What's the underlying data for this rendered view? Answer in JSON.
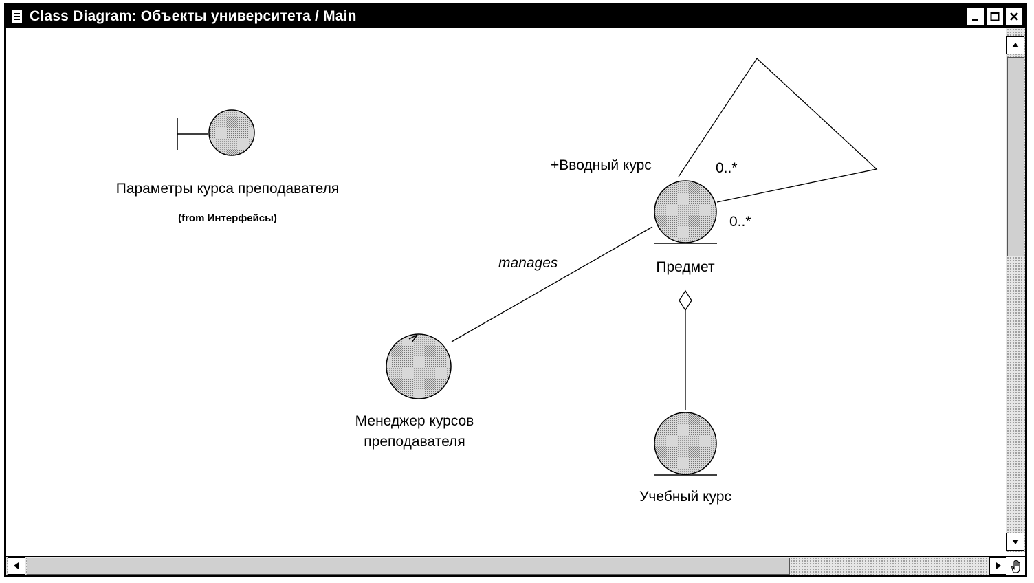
{
  "window": {
    "title": "Class Diagram: Объекты университета / Main"
  },
  "diagram": {
    "boundary_class": {
      "name": "Параметры курса преподавателя",
      "from": "(from Интерфейсы)"
    },
    "control_class": {
      "name_line1": "Менеджер курсов",
      "name_line2": "преподавателя"
    },
    "entity_subject": {
      "name": "Предмет"
    },
    "entity_course": {
      "name": "Учебный курс"
    },
    "association_manages": {
      "label": "manages"
    },
    "self_association": {
      "role": "+Вводный курс",
      "multiplicity_top": "0..*",
      "multiplicity_bottom": "0..*"
    }
  },
  "icons": {
    "window_icon": "document-icon",
    "minimize": "minimize-icon",
    "maximize": "maximize-icon",
    "close": "close-icon",
    "hand": "hand-tool-icon"
  },
  "colors": {
    "title_bar": "#000000",
    "node_fill": "#cfcfcf"
  }
}
